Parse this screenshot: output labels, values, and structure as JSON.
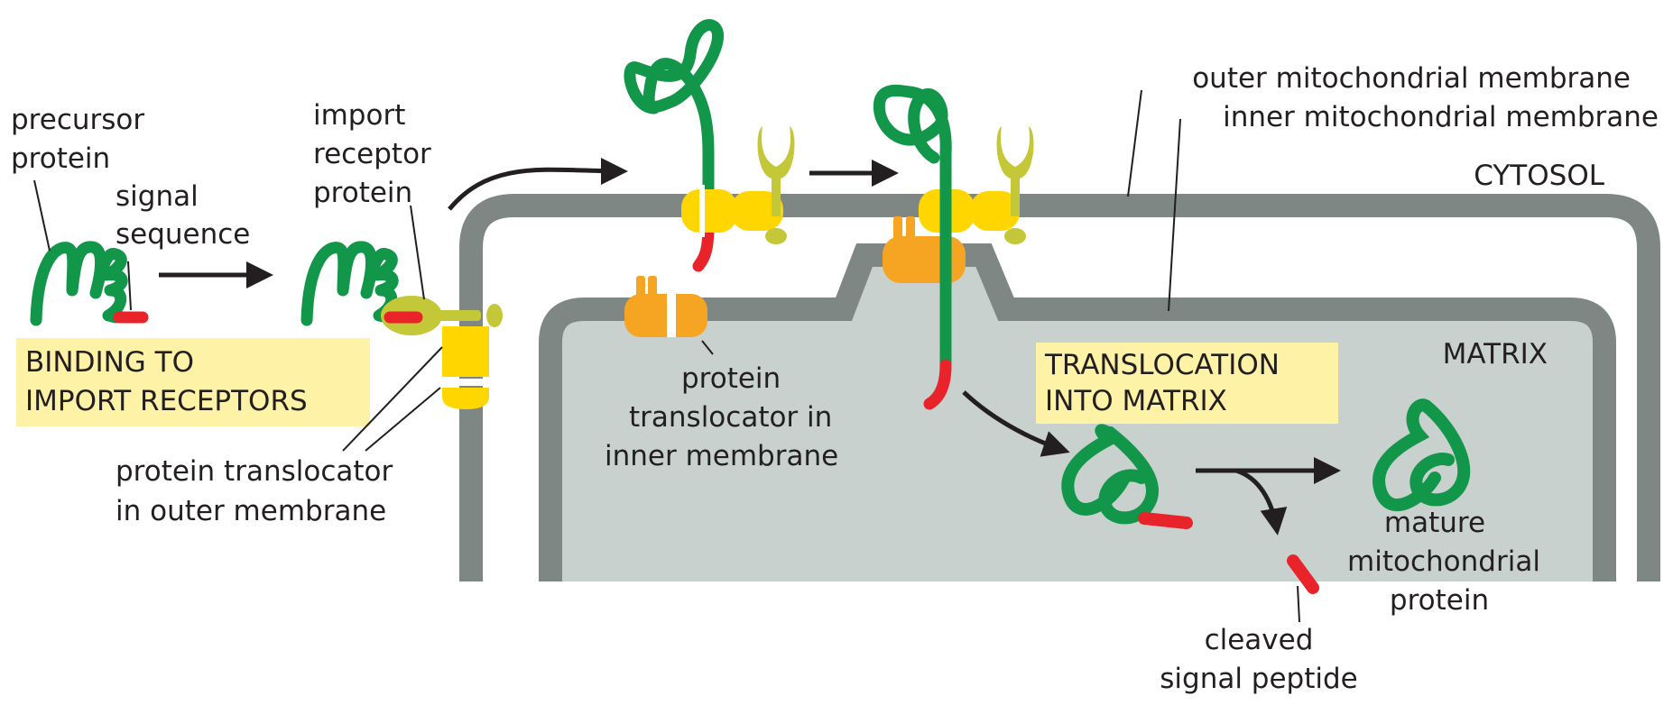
{
  "labels": {
    "precursor_protein": [
      "precursor",
      "protein"
    ],
    "signal_sequence": [
      "signal",
      "sequence"
    ],
    "import_receptor_protein": [
      "import",
      "receptor",
      "protein"
    ],
    "protein_translocator_outer": [
      "protein translocator",
      "in outer membrane"
    ],
    "protein_translocator_inner": [
      "protein",
      "translocator in",
      "inner membrane"
    ],
    "outer_mitochondrial_membrane": "outer mitochondrial membrane",
    "inner_mitochondrial_membrane": "inner mitochondrial membrane",
    "cytosol": "CYTOSOL",
    "matrix": "MATRIX",
    "mature_mitochondrial_protein": [
      "mature",
      "mitochondrial",
      "protein"
    ],
    "cleaved_signal_peptide": [
      "cleaved",
      "signal peptide"
    ]
  },
  "steps": {
    "binding": [
      "BINDING TO",
      "IMPORT RECEPTORS"
    ],
    "translocation": [
      "TRANSLOCATION",
      "INTO MATRIX"
    ]
  },
  "colors": {
    "protein_chain": "#12964a",
    "signal_sequence": "#e8232a",
    "outer_membrane": "#7f8785",
    "matrix_fill": "#c9d1ce",
    "receptor": "#c4c738",
    "outer_translocator": "#ffd600",
    "inner_translocator": "#f6a523",
    "step_box": "#fdf2a6",
    "arrow": "#231f20"
  }
}
